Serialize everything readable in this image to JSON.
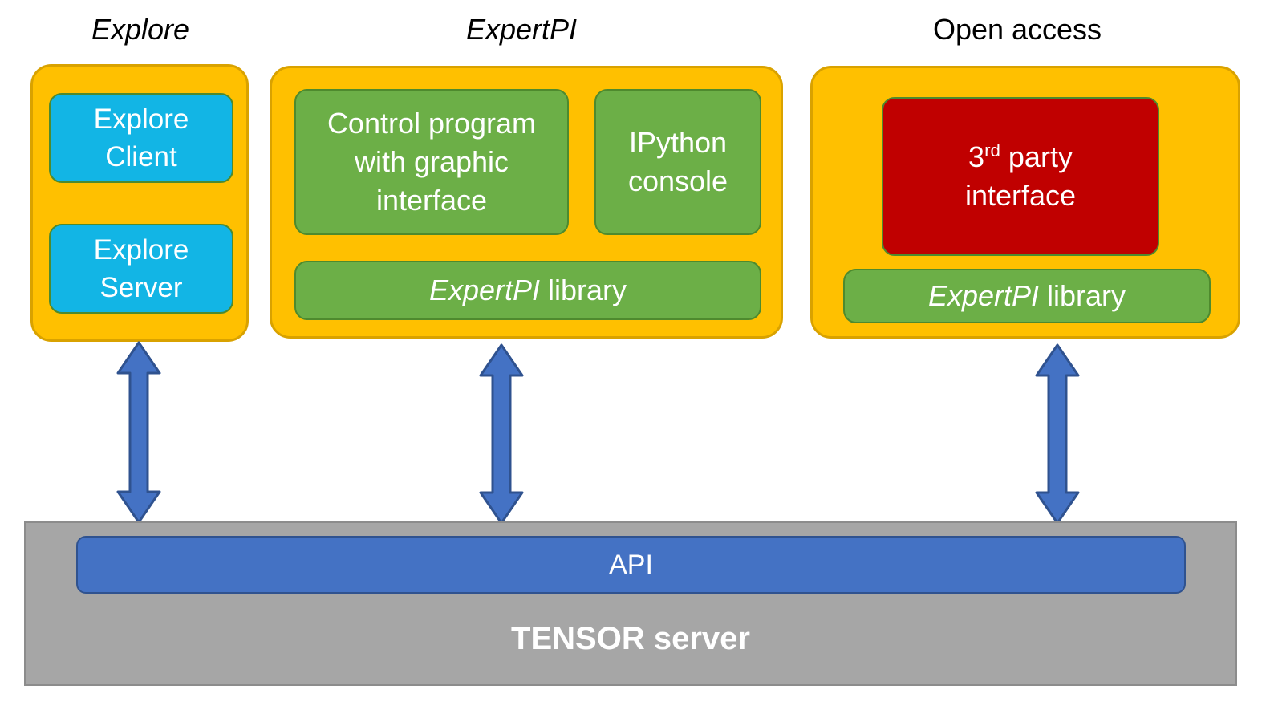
{
  "diagram": {
    "title_bar_label": "TENSOR server",
    "api_label": "API",
    "columns": [
      {
        "id": "explore",
        "title": "Explore",
        "title_italic": true,
        "boxes": [
          {
            "id": "explore-client",
            "label": "Explore\nClient",
            "color": "#12B5E5"
          },
          {
            "id": "explore-server",
            "label": "Explore\nServer",
            "color": "#12B5E5"
          }
        ]
      },
      {
        "id": "expertpi",
        "title": "ExpertPI",
        "title_italic": true,
        "boxes": [
          {
            "id": "control-program",
            "label": "Control program\nwith graphic\ninterface",
            "color": "#6CAF47"
          },
          {
            "id": "ipython-console",
            "label": "IPython\nconsole",
            "color": "#6CAF47"
          },
          {
            "id": "expertpi-library",
            "label_italic": "ExpertPI",
            "label_rest": " library",
            "color": "#6CAF47"
          }
        ]
      },
      {
        "id": "open-access",
        "title": "Open access",
        "title_italic": false,
        "boxes": [
          {
            "id": "third-party-interface",
            "label_prefix": "3",
            "label_sup": "rd",
            "label_suffix": " party\ninterface",
            "color": "#C00000"
          },
          {
            "id": "openaccess-library",
            "label_italic": "ExpertPI",
            "label_rest": " library",
            "color": "#6CAF47"
          }
        ]
      }
    ],
    "connectors": [
      {
        "id": "connector-explore",
        "kind": "double-arrow",
        "from": "explore",
        "to": "api"
      },
      {
        "id": "connector-expertpi",
        "kind": "double-arrow",
        "from": "expertpi",
        "to": "api"
      },
      {
        "id": "connector-open-access",
        "kind": "double-arrow",
        "from": "open-access",
        "to": "api"
      }
    ],
    "colors": {
      "panel": "#FFC000",
      "panel_border": "#D9A200",
      "cyan": "#12B5E5",
      "green": "#6CAF47",
      "green_border": "#4E8A2E",
      "red": "#C00000",
      "blue": "#4472C4",
      "blue_border": "#2F528F",
      "gray": "#A6A6A6",
      "gray_border": "#8C8C8C",
      "text_light": "#FFFFFF",
      "text_dark": "#000000"
    }
  },
  "text": {
    "title_explore": "Explore",
    "title_expertpi": "ExpertPI",
    "title_open_access": "Open access",
    "explore_client_line1": "Explore",
    "explore_client_line2": "Client",
    "explore_server_line1": "Explore",
    "explore_server_line2": "Server",
    "control_line1": "Control program",
    "control_line2": "with graphic",
    "control_line3": "interface",
    "ipython_line1": "IPython",
    "ipython_line2": "console",
    "library_italic": "ExpertPI",
    "library_rest": " library",
    "third_party_num": "3",
    "third_party_sup": "rd",
    "third_party_rest": " party",
    "third_party_line2": "interface",
    "api": "API",
    "tensor_server": "TENSOR server"
  }
}
